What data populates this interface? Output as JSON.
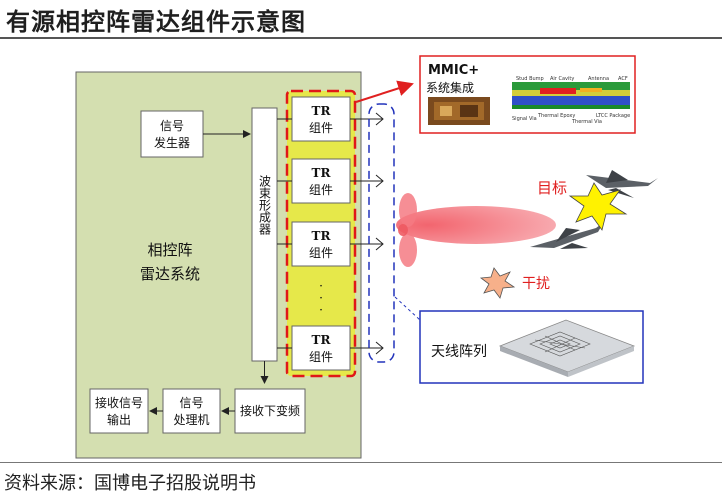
{
  "header": {
    "title": "有源相控阵雷达组件示意图"
  },
  "footer": {
    "source": "资料来源：国博电子招股说明书"
  },
  "diagram": {
    "system_label_line1": "相控阵",
    "system_label_line2": "雷达系统",
    "signal_generator": [
      "信号",
      "发生器"
    ],
    "beamformer": "波束形成器",
    "tr_module": [
      "TR",
      "组件"
    ],
    "ellipsis": "·\n·\n·",
    "receive_downconvert": "接收下变频",
    "signal_processor": [
      "信号",
      "处理机"
    ],
    "receive_output": [
      "接收信号",
      "输出"
    ],
    "mmic_title": [
      "MMIC+",
      "系统集成"
    ],
    "mmic_labels": [
      "Stud Bump",
      "Air Cavity",
      "Antenna",
      "ACF",
      "Signal Via",
      "Thermal Epoxy",
      "Thermal Via",
      "LTCC Package"
    ],
    "target_label": "目标",
    "jamming_label": "干扰",
    "antenna_array_label": "天线阵列"
  }
}
